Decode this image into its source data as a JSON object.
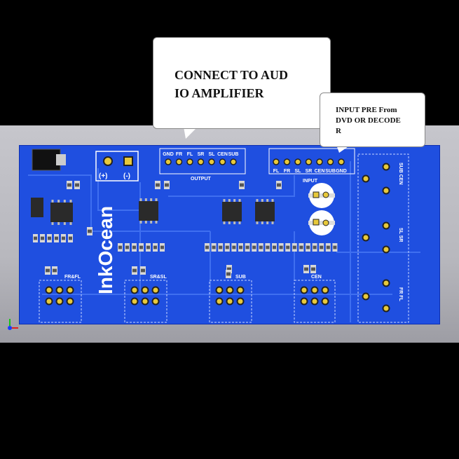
{
  "callouts": {
    "amplifier": "CONNECT TO AUD\nIO AMPLIFIER",
    "input_pre": "INPUT PRE From\nDVD OR DECODE\nR"
  },
  "pcb": {
    "logo": "InkOcean",
    "power_labels": {
      "plus": "(+)",
      "minus": "(-)"
    },
    "output_header": {
      "title": "OUTPUT",
      "pins": [
        "GND",
        "FR",
        "FL",
        "SR",
        "SL",
        "CEN",
        "SUB"
      ]
    },
    "input_header": {
      "pins": [
        "FL",
        "FR",
        "SL",
        "SR",
        "CEN",
        "SUB",
        "GND"
      ]
    },
    "input_label": "INPUT",
    "channel_labels": [
      "FR&FL",
      "SR&SL",
      "SUB",
      "CEN"
    ],
    "side_labels": [
      "SUB CEN",
      "SL SR",
      "FR FL"
    ]
  },
  "colors": {
    "board": "#1f4fe0",
    "silkscreen": "#ffffff",
    "pad": "#e8c93a",
    "background": "#000000"
  },
  "icons": [
    "axis-gizmo-icon"
  ]
}
